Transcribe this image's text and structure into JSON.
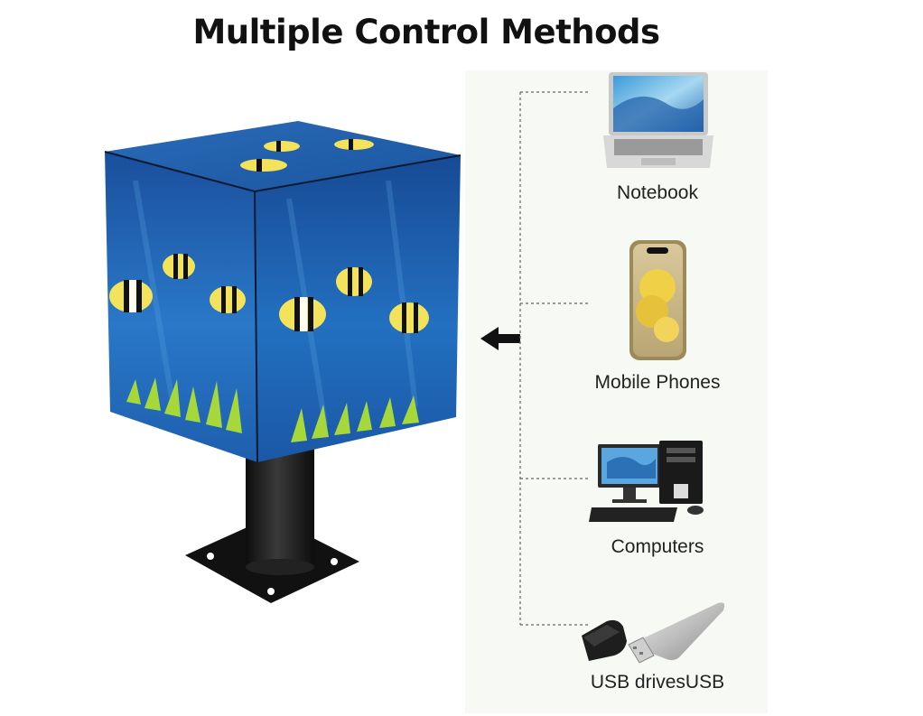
{
  "title": "Multiple Control Methods",
  "colors": {
    "cube_blue": "#1e63b5",
    "connector": "#555555",
    "arrow": "#111111",
    "stand": "#1a1a1a"
  },
  "devices": [
    {
      "label": "Notebook",
      "icon": "laptop-icon"
    },
    {
      "label": "Mobile Phones",
      "icon": "smartphone-icon"
    },
    {
      "label": "Computers",
      "icon": "desktop-computer-icon"
    },
    {
      "label": "USB drivesUSB",
      "icon": "usb-drive-icon"
    }
  ]
}
